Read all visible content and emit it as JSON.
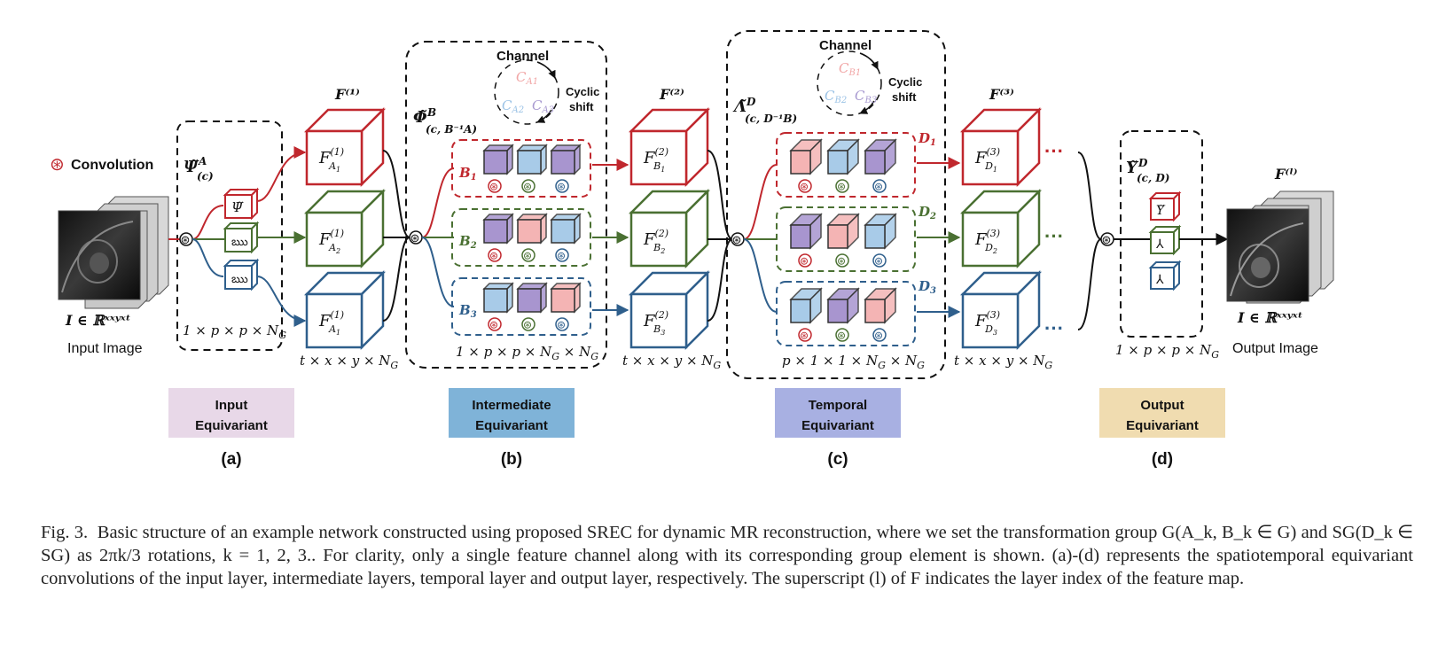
{
  "legend": {
    "conv_symbol": "⊛",
    "conv_label": "Convolution"
  },
  "input": {
    "formula": "I ∈ ℝˣˣʸˣᵗ",
    "label": "Input Image"
  },
  "output": {
    "formula": "I ∈ ℝˣˣʸˣᵗ",
    "label": "Output Image",
    "feature": "F⁽ˡ⁾"
  },
  "panel_a": {
    "kernel_title": "Ψ̃",
    "kernel_sup": "A",
    "kernel_sub": "(c)",
    "kernel_glyphs": [
      "Ψ̃",
      "ఋ",
      "ఋ"
    ],
    "dims": "1 × p × p × N",
    "dims_sub": "G",
    "feature_title": "F⁽¹⁾",
    "features": [
      {
        "main": "F",
        "sup": "(1)",
        "sub": "A",
        "subsub": "1"
      },
      {
        "main": "F",
        "sup": "(1)",
        "sub": "A",
        "subsub": "2"
      },
      {
        "main": "F",
        "sup": "(1)",
        "sub": "A",
        "subsub": "1"
      }
    ],
    "feat_dims": "t × x × y × N",
    "feat_dims_sub": "G"
  },
  "panel_b": {
    "channel_title": "Channel",
    "channel_items": [
      "C",
      "C",
      "C"
    ],
    "channel_subs": [
      "A1",
      "A2",
      "A3"
    ],
    "cyclic": [
      "Cyclic",
      "shift"
    ],
    "kernel_title": "Φ̃",
    "kernel_sup": "B",
    "kernel_sub": "(c, B⁻¹A)",
    "row_labels": [
      "B",
      "B",
      "B"
    ],
    "row_subs": [
      "1",
      "2",
      "3"
    ],
    "dims": "1 × p × p × N",
    "dims_sub1": "G",
    "dims_tail": " × N",
    "dims_sub2": "G",
    "feature_title": "F⁽²⁾",
    "features": [
      {
        "main": "F",
        "sup": "(2)",
        "sub": "B",
        "subsub": "1"
      },
      {
        "main": "F",
        "sup": "(2)",
        "sub": "B",
        "subsub": "2"
      },
      {
        "main": "F",
        "sup": "(2)",
        "sub": "B",
        "subsub": "3"
      }
    ],
    "feat_dims": "t × x × y × N",
    "feat_dims_sub": "G"
  },
  "panel_c": {
    "channel_title": "Channel",
    "channel_items": [
      "C",
      "C",
      "C"
    ],
    "channel_subs": [
      "B1",
      "B2",
      "B3"
    ],
    "cyclic": [
      "Cyclic",
      "shift"
    ],
    "kernel_title": "Λ̃",
    "kernel_sup": "D",
    "kernel_sub": "(c, D⁻¹B)",
    "row_labels": [
      "D",
      "D",
      "D"
    ],
    "row_subs": [
      "1",
      "2",
      "3"
    ],
    "dims": "p × 1 × 1 × N",
    "dims_sub1": "G",
    "dims_tail": " × N",
    "dims_sub2": "G",
    "feature_title": "F⁽³⁾",
    "features": [
      {
        "main": "F",
        "sup": "(3)",
        "sub": "D",
        "subsub": "1"
      },
      {
        "main": "F",
        "sup": "(3)",
        "sub": "D",
        "subsub": "2"
      },
      {
        "main": "F",
        "sup": "(3)",
        "sub": "D",
        "subsub": "3"
      }
    ],
    "feat_dims": "t × x × y × N",
    "feat_dims_sub": "G",
    "ellipsis": "···"
  },
  "panel_d": {
    "kernel_title": "Υ̃",
    "kernel_sup": "D",
    "kernel_sub": "(c, D)",
    "kernel_glyphs": [
      "Υ̃",
      "⅄",
      "⅄"
    ],
    "dims": "1 × p × p × N",
    "dims_sub": "G"
  },
  "badges": [
    {
      "line1": "Input",
      "line2": "Equivariant",
      "letter": "(a)",
      "color": "#e8d8e8"
    },
    {
      "line1": "Intermediate",
      "line2": "Equivariant",
      "letter": "(b)",
      "color": "#7fb3d8"
    },
    {
      "line1": "Temporal",
      "line2": "Equivariant",
      "letter": "(c)",
      "color": "#a8b0e2"
    },
    {
      "line1": "Output",
      "line2": "Equivariant",
      "letter": "(d)",
      "color": "#f0dcb0"
    }
  ],
  "colors": {
    "red": "#c0272d",
    "green": "#4a7032",
    "blue": "#2f5f8c",
    "pink": "#f4b4b4",
    "lightblue": "#a8cbe8",
    "purple": "#a895cf"
  },
  "caption": {
    "fig": "Fig. 3.",
    "text": "Basic structure of an example network constructed using proposed SREC for dynamic MR reconstruction, where we set the transformation group G(A_k, B_k ∈ G) and SG(D_k ∈ SG) as 2πk/3 rotations, k = 1, 2, 3.. For clarity, only a single feature channel along with its corresponding group element is shown. (a)-(d) represents the spatiotemporal equivariant convolutions of the input layer, intermediate layers, temporal layer and output layer, respectively. The superscript (l) of F indicates the layer index of the feature map."
  }
}
